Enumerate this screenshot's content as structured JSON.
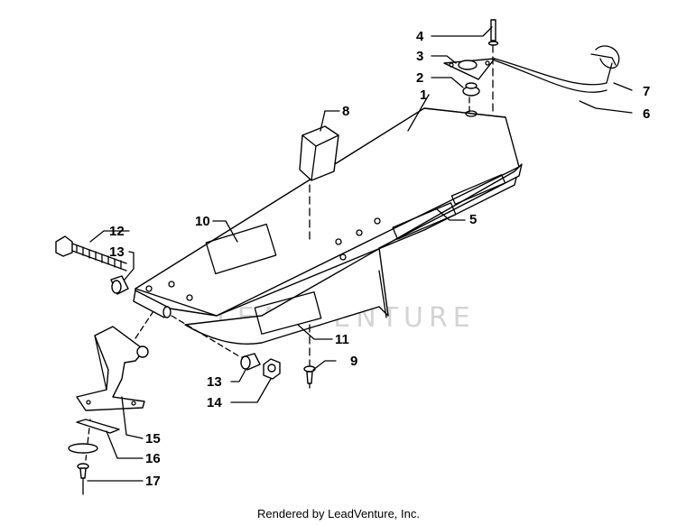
{
  "diagram": {
    "callouts": [
      {
        "id": "c1",
        "label": "1"
      },
      {
        "id": "c2",
        "label": "2"
      },
      {
        "id": "c3",
        "label": "3"
      },
      {
        "id": "c4",
        "label": "4"
      },
      {
        "id": "c5",
        "label": "5"
      },
      {
        "id": "c6",
        "label": "6"
      },
      {
        "id": "c7",
        "label": "7"
      },
      {
        "id": "c8",
        "label": "8"
      },
      {
        "id": "c9",
        "label": "9"
      },
      {
        "id": "c10",
        "label": "10"
      },
      {
        "id": "c11",
        "label": "11"
      },
      {
        "id": "c12",
        "label": "12"
      },
      {
        "id": "c13a",
        "label": "13"
      },
      {
        "id": "c13b",
        "label": "13"
      },
      {
        "id": "c14",
        "label": "14"
      },
      {
        "id": "c15",
        "label": "15"
      },
      {
        "id": "c16",
        "label": "16"
      },
      {
        "id": "c17",
        "label": "17"
      }
    ]
  },
  "watermark": {
    "text": "LEADVENTURE"
  },
  "footer": {
    "text": "Rendered by LeadVenture, Inc."
  }
}
